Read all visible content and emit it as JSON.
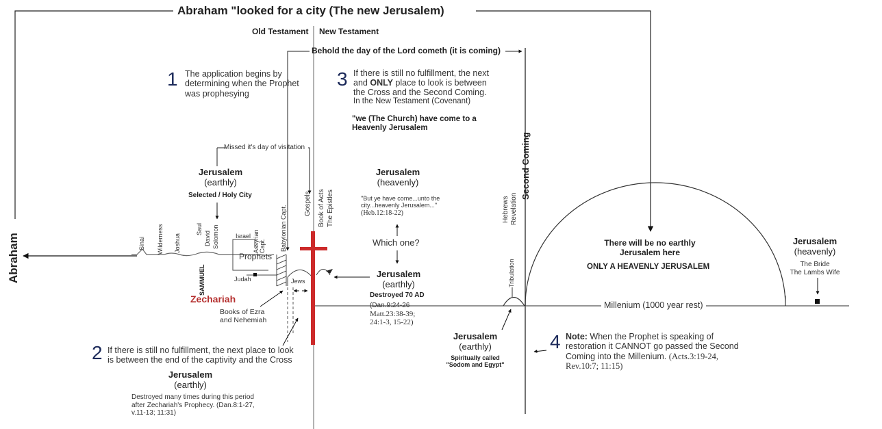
{
  "header": {
    "title": "Abraham \"looked for a city (The new Jerusalem)",
    "abraham": "Abraham",
    "old_testament": "Old Testament",
    "new_testament": "New Testament",
    "behold": "Behold the day of the Lord cometh (it is coming)",
    "second_coming": "Second Coming"
  },
  "step1": {
    "number": "1",
    "lines": [
      "The application begins by",
      "determining when the Prophet",
      "was prophesying"
    ]
  },
  "step2": {
    "number": "2",
    "lines": [
      "If there is still no fulfillment, the next place to look",
      "is between the end of the captivity and the Cross"
    ],
    "jerusalem_title": "Jerusalem",
    "jerusalem_sub": "(earthly)",
    "detail_lines": [
      "Destroyed many times during this period",
      "after Zechariah's Prophecy. (Dan.8:1-27,",
      "v.11-13; 11:31)"
    ]
  },
  "step3": {
    "number": "3",
    "line1": "If there is still no fulfillment, the next",
    "line2_pre": "and ",
    "line2_bold": "ONLY",
    "line2_post": " place to look is between",
    "line3": "the Cross and the Second Coming.",
    "line4": "In the New Testament (Covenant)",
    "church_lines": [
      "\"we (The Church) have come to a",
      "Heavenly Jerusalem"
    ]
  },
  "step4": {
    "number": "4",
    "note_label": "Note:",
    "note_text": " When the Prophet is speaking of",
    "lines": [
      "restoration it CANNOT go passed the Second",
      "Coming into the Millenium."
    ],
    "ref_lines": [
      "(Acts.3:19-24,",
      "Rev.10:7; 11:15)"
    ]
  },
  "jerusalem_ot": {
    "title": "Jerusalem",
    "sub": "(earthly)",
    "tag": "Selected / Holy City",
    "missed": "Missed it's day of visitation"
  },
  "jerusalem_heavenly_nt": {
    "title": "Jerusalem",
    "sub": "(heavenly)",
    "quote_lines": [
      "\"But ye have come...unto the",
      "city...heavenly Jerusalem...\""
    ],
    "ref": "(Heb.12:18-22)",
    "which_one": "Which one?"
  },
  "jerusalem_earthly_nt": {
    "title": "Jerusalem",
    "sub": "(earthly)",
    "destroyed": "Destroyed 70 AD",
    "ref_lines": [
      "(Dan.9:24-26",
      "Matt.23:38-39;",
      "24:1-3, 15-22)"
    ]
  },
  "jerusalem_tribulation": {
    "title": "Jerusalem",
    "sub": "(earthly)",
    "spiritually": "Spiritually called",
    "sodom": "\"Sodom and Egypt\""
  },
  "millenium": {
    "label": "Millenium (1000 year rest)",
    "no_earthly_lines": [
      "There will be no earthly",
      "Jerusalem here"
    ],
    "only_heavenly": "ONLY A HEAVENLY JERUSALEM"
  },
  "jerusalem_bride": {
    "title": "Jerusalem",
    "sub": "(heavenly)",
    "lines": [
      "The Bride",
      "The Lambs Wife"
    ]
  },
  "timeline_ot": {
    "sinai": "Sinai",
    "wilderness": "Wilderness",
    "joshua": "Joshua",
    "saul": "Saul",
    "david": "David",
    "solomon": "Solomon",
    "samuel": "SAMMUEL",
    "israel": "Israel",
    "assyrian": "Assyrian Capt.",
    "prophets": "Prophets",
    "judah": "Judah",
    "babylonian": "Babylonian Capt.",
    "jews": "Jews",
    "zechariah": "Zechariah",
    "ezra_lines": [
      "Books of Ezra",
      "and Nehemiah"
    ]
  },
  "timeline_nt": {
    "gospels": "Gospels",
    "acts": "Book of Acts",
    "epistles": "The Epistles",
    "hebrews": "Hebrews",
    "revelation": "Revelation",
    "tribulation": "Tribulation"
  },
  "colors": {
    "ink": "#222222",
    "cross": "#cc2a2a",
    "zechariah": "#b5302f",
    "number": "#1c2a5a"
  }
}
